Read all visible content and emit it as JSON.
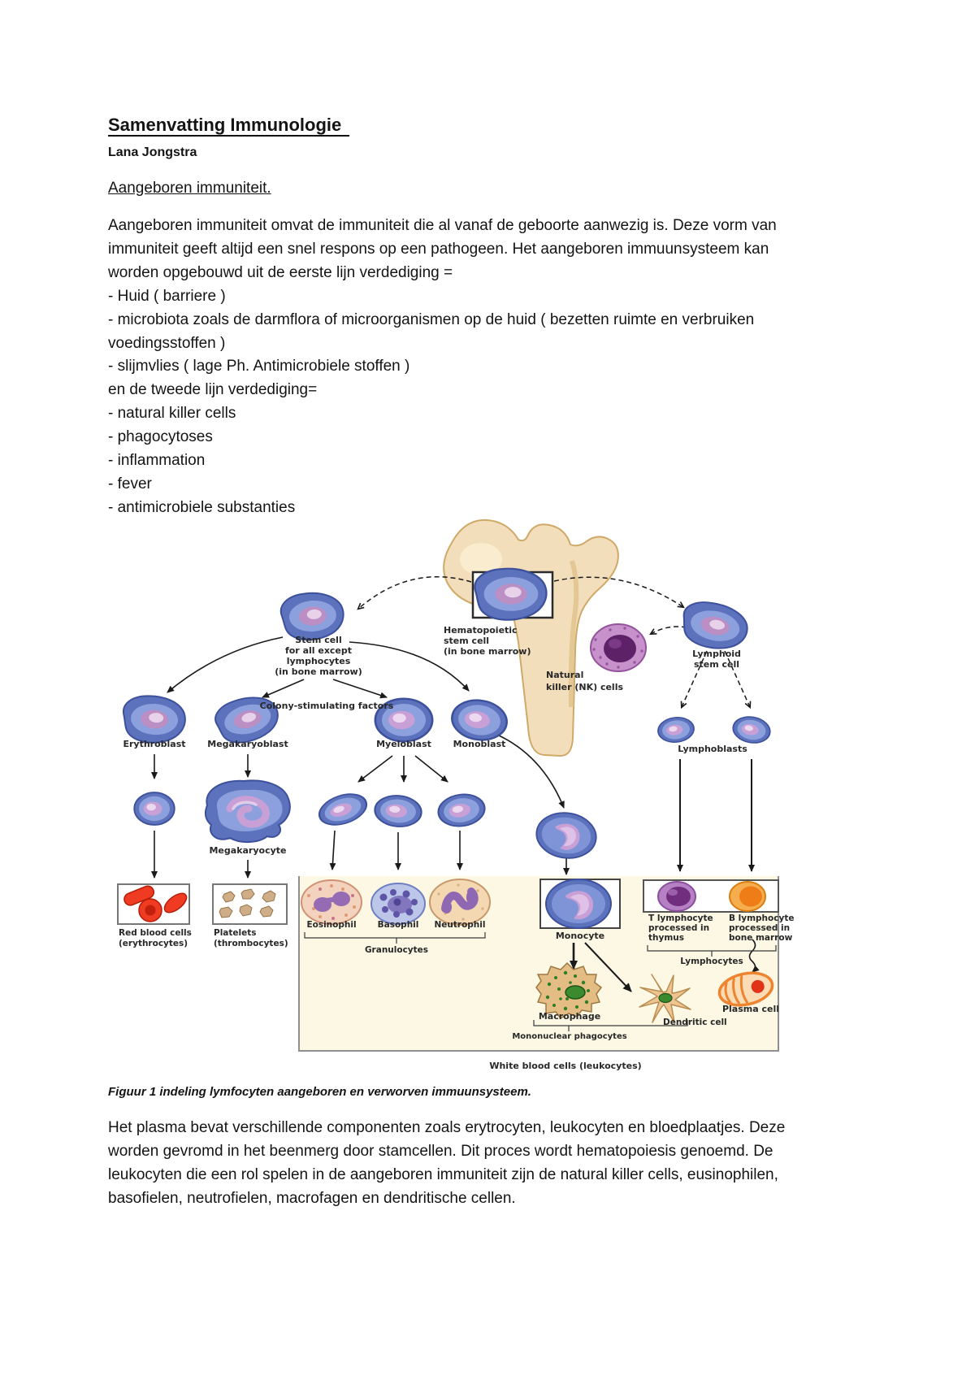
{
  "document": {
    "title": "Samenvatting Immunologie",
    "author": "Lana Jongstra",
    "section_heading": "Aangeboren immuniteit.",
    "body_lines": [
      "Aangeboren immuniteit omvat de immuniteit die al vanaf de geboorte aanwezig is. Deze vorm van",
      "immuniteit geeft altijd een snel respons op een pathogeen. Het aangeboren immuunsysteem kan",
      "worden opgebouwd uit de eerste lijn verdediging =",
      "- Huid ( barriere )",
      "- microbiota zoals de darmflora of microorganismen op de huid ( bezetten ruimte en verbruiken",
      "voedingsstoffen )",
      "-  slijmvlies ( lage Ph. Antimicrobiele stoffen )",
      "en de tweede lijn verdediging=",
      "- natural killer cells",
      "- phagocytoses",
      "- inflammation",
      "- fever",
      "- antimicrobiele substanties"
    ],
    "figure_caption": "Figuur 1 indeling lymfocyten aangeboren en verworven immuunsysteem.",
    "closing_lines": [
      "Het plasma bevat verschillende componenten zoals erytrocyten, leukocyten en bloedplaatjes. Deze",
      "worden gevromd in het beenmerg door stamcellen. Dit proces wordt hematopoiesis genoemd. De",
      "leukocyten die een rol spelen in de aangeboren immuniteit zijn de natural killer cells, eusinophilen,",
      "basofielen, neutrofielen, macrofagen en dendritische cellen."
    ]
  },
  "figure": {
    "labels": {
      "hematopoietic": [
        "Hematopoietic",
        "stem cell",
        "(in bone marrow)"
      ],
      "stem_cell": [
        "Stem cell",
        "for all except",
        "lymphocytes",
        "(in bone marrow)"
      ],
      "lymphoid": [
        "Lymphoid",
        "stem cell"
      ],
      "nk": [
        "Natural",
        "killer (NK) cells"
      ],
      "csf": "Colony-stimulating factors",
      "erythroblast": "Erythroblast",
      "megakaryoblast": "Megakaryoblast",
      "myeloblast": "Myeloblast",
      "monoblast": "Monoblast",
      "lymphoblasts": "Lymphoblasts",
      "megakaryocyte": "Megakaryocyte",
      "red_blood_cells": [
        "Red blood cells",
        "(erythrocytes)"
      ],
      "platelets": [
        "Platelets",
        "(thrombocytes)"
      ],
      "eosinophil": "Eosinophil",
      "basophil": "Basophil",
      "neutrophil": "Neutrophil",
      "granulocytes": "Granulocytes",
      "monocyte": "Monocyte",
      "t_lymphocyte": [
        "T lymphocyte",
        "processed in",
        "thymus"
      ],
      "b_lymphocyte": [
        "B lymphocyte",
        "processed in",
        "bone marrow"
      ],
      "lymphocytes": "Lymphocytes",
      "macrophage": "Macrophage",
      "dendritic": "Dendritic cell",
      "mononuclear": "Mononuclear phagocytes",
      "plasma": "Plasma cell",
      "wbc": "White blood cells (leukocytes)"
    },
    "colors": {
      "cell_blue": "#5d72bd",
      "cell_nucleus": "#bb8fc4",
      "bone": "#f3debb",
      "nk_purple": "#5d2168",
      "t_purple": "#712d7e",
      "b_orange": "#ee7d18",
      "rbc_red": "#ee3b22",
      "wbc_box_bg": "#fcf8e4"
    }
  }
}
